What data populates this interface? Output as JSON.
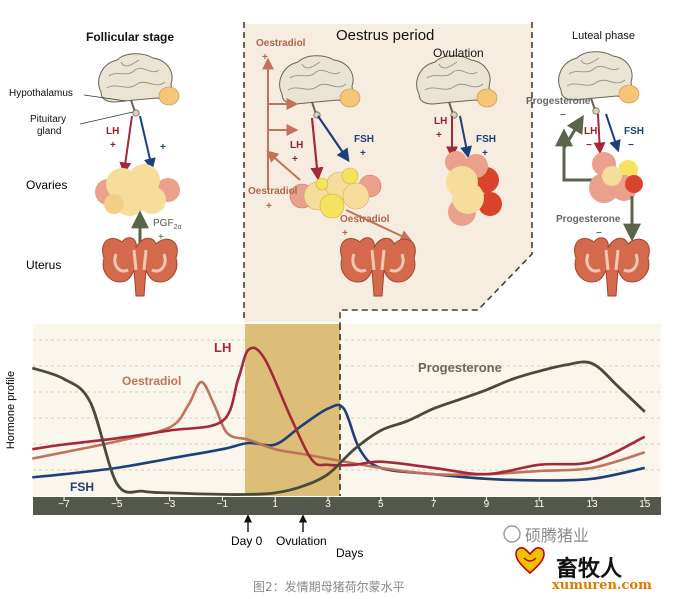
{
  "stages": {
    "follicular": "Follicular stage",
    "oestrus": "Oestrus period",
    "ovulation": "Ovulation",
    "luteal": "Luteal phase"
  },
  "left_labels": {
    "hypothalamus": "Hypothalamus",
    "pituitary_1": "Pituitary",
    "pituitary_2": "gland",
    "ovaries": "Ovaries",
    "uterus": "Uterus"
  },
  "hormones": {
    "lh": "LH",
    "fsh": "FSH",
    "oestradiol": "Oestradiol",
    "progesterone": "Progesterone",
    "pgf": "PGF",
    "pgf_sub": "2α",
    "plus": "+",
    "minus": "−"
  },
  "chart": {
    "ylabel": "Hormone profile",
    "series": {
      "lh": "LH",
      "oestradiol": "Oestradiol",
      "progesterone": "Progesterone",
      "fsh": "FSH"
    },
    "ticks": [
      "−7",
      "−5",
      "−3",
      "−1",
      "1",
      "3",
      "5",
      "7",
      "9",
      "11",
      "13",
      "15"
    ],
    "day0": "Day 0",
    "ovulation": "Ovulation",
    "xlabel": "Days"
  },
  "watermark": {
    "wechat": "硕腾猪业",
    "brand": "畜牧人",
    "url": "xumuren.com"
  },
  "caption": "图2：发情期母猪荷尔蒙水平",
  "colors": {
    "lh": "#a3283a",
    "oestradiol": "#c0735a",
    "progesterone": "#4a4a3c",
    "fsh": "#1f3f7a",
    "highlight": "#d9b86c",
    "panel": "#f6ede0",
    "brain": "#e9e4d4",
    "gland": "#f5c675",
    "follicle": "#f7dd9c",
    "follicle_pink": "#eaa08b",
    "corpus_red": "#d9432c",
    "uterus": "#d36a4c",
    "arrow_green": "#5a6448"
  }
}
